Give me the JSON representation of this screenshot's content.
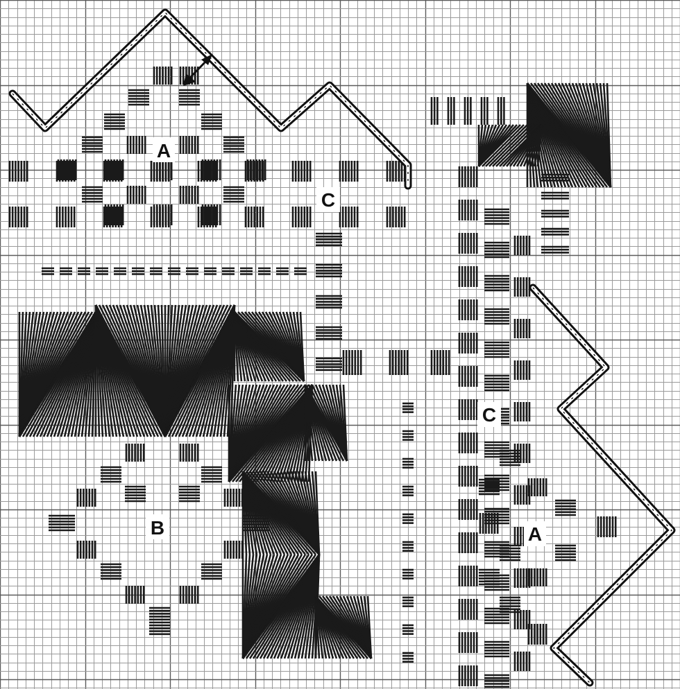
{
  "labels": {
    "block_a_top": "A",
    "block_a_bottom": "A",
    "block_b": "B",
    "border_c_top": "C",
    "border_c_right": "C"
  }
}
